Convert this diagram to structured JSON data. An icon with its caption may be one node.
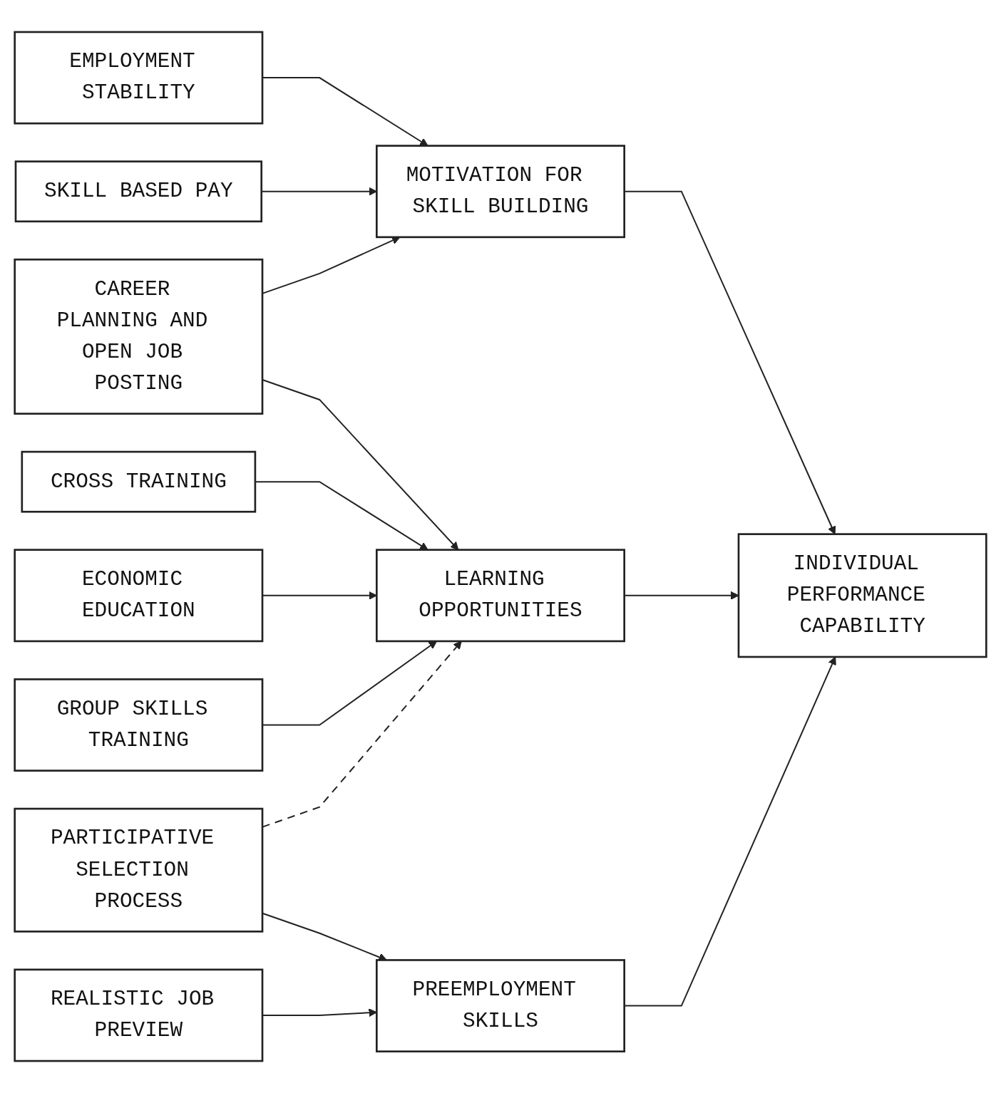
{
  "diagram": {
    "nodes": [
      {
        "text": [
          "EMPLOYMENT STABILITY"
        ]
      },
      {
        "text": [
          "SKILL BASED PAY"
        ]
      },
      {
        "text": [
          "CAREER PLANNING AND OPEN JOB POSTING"
        ]
      },
      {
        "text": [
          "CROSS TRAINING"
        ]
      },
      {
        "text": [
          "ECONOMIC EDUCATION"
        ]
      },
      {
        "text": [
          "GROUP SKILLS TRAINING"
        ]
      },
      {
        "text": [
          "PARTICIPATIVE SELECTION PROCESS"
        ]
      },
      {
        "text": [
          "REALISTIC JOB PREVIEW"
        ]
      },
      {
        "text": [
          "MOTIVATION FOR SKILL BUILDING"
        ]
      },
      {
        "text": [
          "LEARNING OPPORTUNITIES"
        ]
      },
      {
        "text": [
          "PREEMPLOYMENT SKILLS"
        ]
      },
      {
        "text": [
          "INDIVIDUAL PERFORMANCE CAPABILITY"
        ]
      }
    ],
    "edges": [
      {
        "from": 0,
        "to": 8,
        "arrow": "to"
      },
      {
        "from": 1,
        "to": 8,
        "arrow": "to"
      },
      {
        "from": 2,
        "to": 8,
        "arrow": "to"
      },
      {
        "from": 2,
        "to": 9,
        "arrow": "to"
      },
      {
        "from": 3,
        "to": 9,
        "arrow": "to"
      },
      {
        "from": 4,
        "to": 9,
        "arrow": "to"
      },
      {
        "from": 5,
        "to": 9,
        "arrow": "to"
      },
      {
        "from": 6,
        "to": 9,
        "arrow": "to",
        "style": "dashed"
      },
      {
        "from": 6,
        "to": 10,
        "arrow": "to"
      },
      {
        "from": 7,
        "to": 10,
        "arrow": "to"
      },
      {
        "from": 8,
        "to": 11,
        "arrow": "to"
      },
      {
        "from": 9,
        "to": 11,
        "arrow": "to"
      },
      {
        "from": 10,
        "to": 11,
        "arrow": "to"
      }
    ]
  }
}
